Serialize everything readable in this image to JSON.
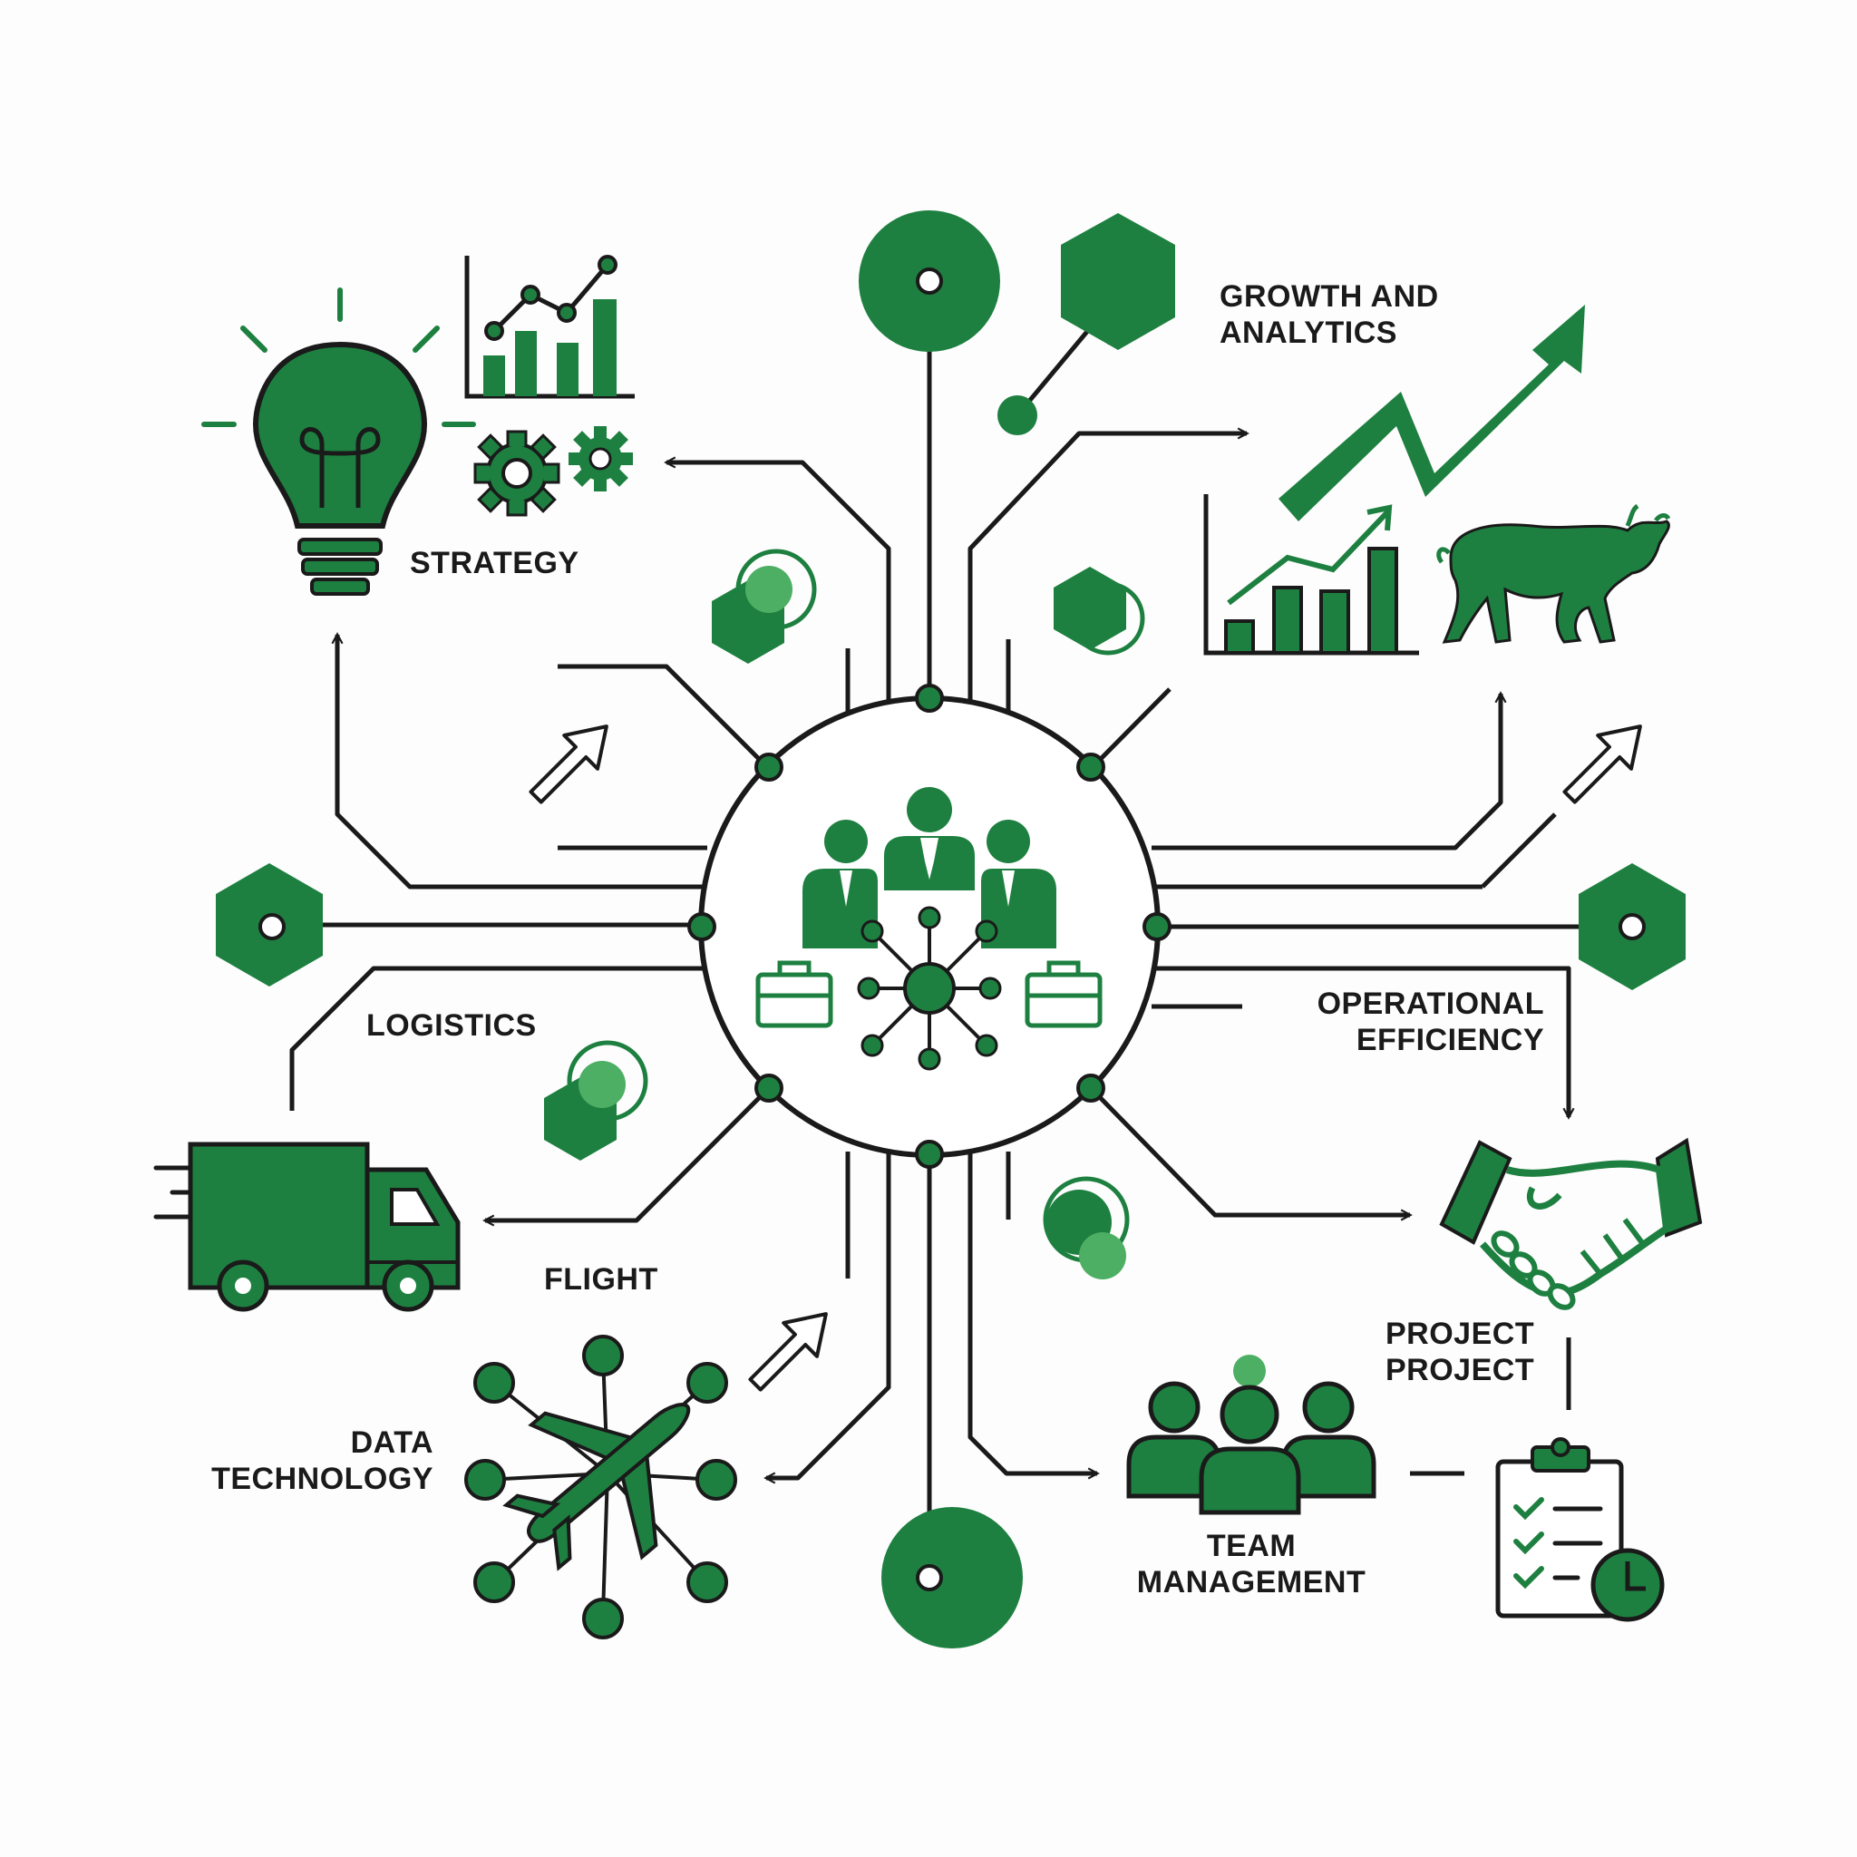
{
  "labels": {
    "strategy": "STRATEGY",
    "growth_line1": "GROWTH AND",
    "growth_line2": "ANALYTICS",
    "logistics": "LOGISTICS",
    "operational_line1": "OPERATIONAL",
    "operational_line2": "EFFICIENCY",
    "flight": "FLIGHT",
    "data_line1": "DATA",
    "data_line2": "TECHNOLOGY",
    "project_line1": "PROJECT",
    "project_line2": "PROJECT",
    "team_line1": "TEAM",
    "team_line2": "MANAGEMENT"
  },
  "colors": {
    "green": "#1e8040",
    "light_green": "#4caf63",
    "line": "#1a1a1a",
    "background": "#fdfdfd"
  },
  "icons": {
    "center": "team-network-icon",
    "strategy": "lightbulb-icon",
    "growth": "trend-arrow-icon",
    "market": "bull-icon",
    "logistics": "truck-icon",
    "operations": "handshake-icon",
    "flight": "airplane-icon",
    "team": "people-group-icon",
    "tasks": "clipboard-clock-icon"
  }
}
